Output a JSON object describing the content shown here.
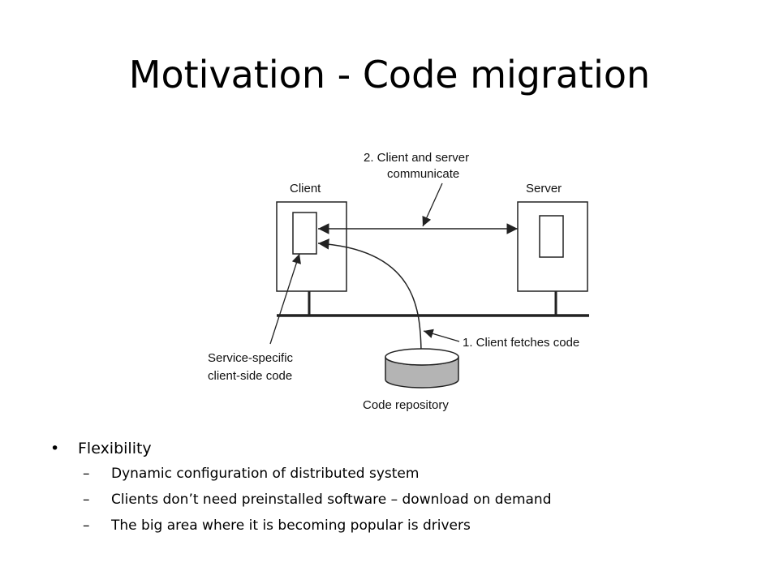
{
  "slide": {
    "title": "Motivation - Code migration"
  },
  "diagram": {
    "client_label": "Client",
    "server_label": "Server",
    "step2_line1": "2. Client and server",
    "step2_line2": "communicate",
    "step1_label": "1. Client fetches code",
    "client_code_line1": "Service-specific",
    "client_code_line2": "client-side code",
    "repository_label": "Code repository",
    "colors": {
      "stroke": "#222222",
      "box_fill": "#ffffff",
      "repo_fill": "#b4b4b4"
    }
  },
  "bullets": {
    "main": {
      "marker": "•",
      "text": "Flexibility"
    },
    "subs": [
      {
        "marker": "–",
        "text": "Dynamic configuration of distributed system"
      },
      {
        "marker": "–",
        "text": "Clients don’t need preinstalled software – download on demand"
      },
      {
        "marker": "–",
        "text": "The big area where it is becoming popular is drivers"
      }
    ]
  }
}
